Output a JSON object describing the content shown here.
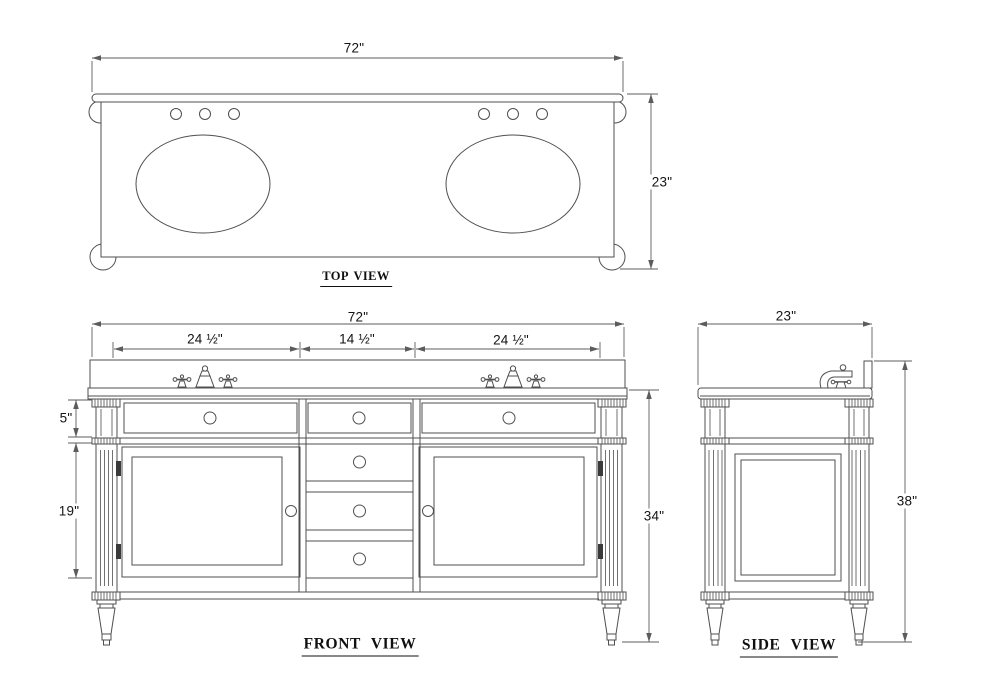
{
  "meta": {
    "background": "#ffffff",
    "line_color": "#4f4f4f",
    "dim_line_color": "#5c5c5c",
    "text_color": "#141414"
  },
  "views": {
    "top": {
      "title": "TOP VIEW",
      "width_dim": "72\"",
      "depth_dim": "23\""
    },
    "front": {
      "title": "FRONT VIEW",
      "width_dim": "72\"",
      "left_section_dim": "24 ½\"",
      "center_section_dim": "14 ½\"",
      "right_section_dim": "24 ½\"",
      "apron_dim": "5\"",
      "door_dim": "19\"",
      "height_dim": "34\""
    },
    "side": {
      "title": "SIDE VIEW",
      "depth_dim": "23\"",
      "height_dim": "38\""
    }
  }
}
